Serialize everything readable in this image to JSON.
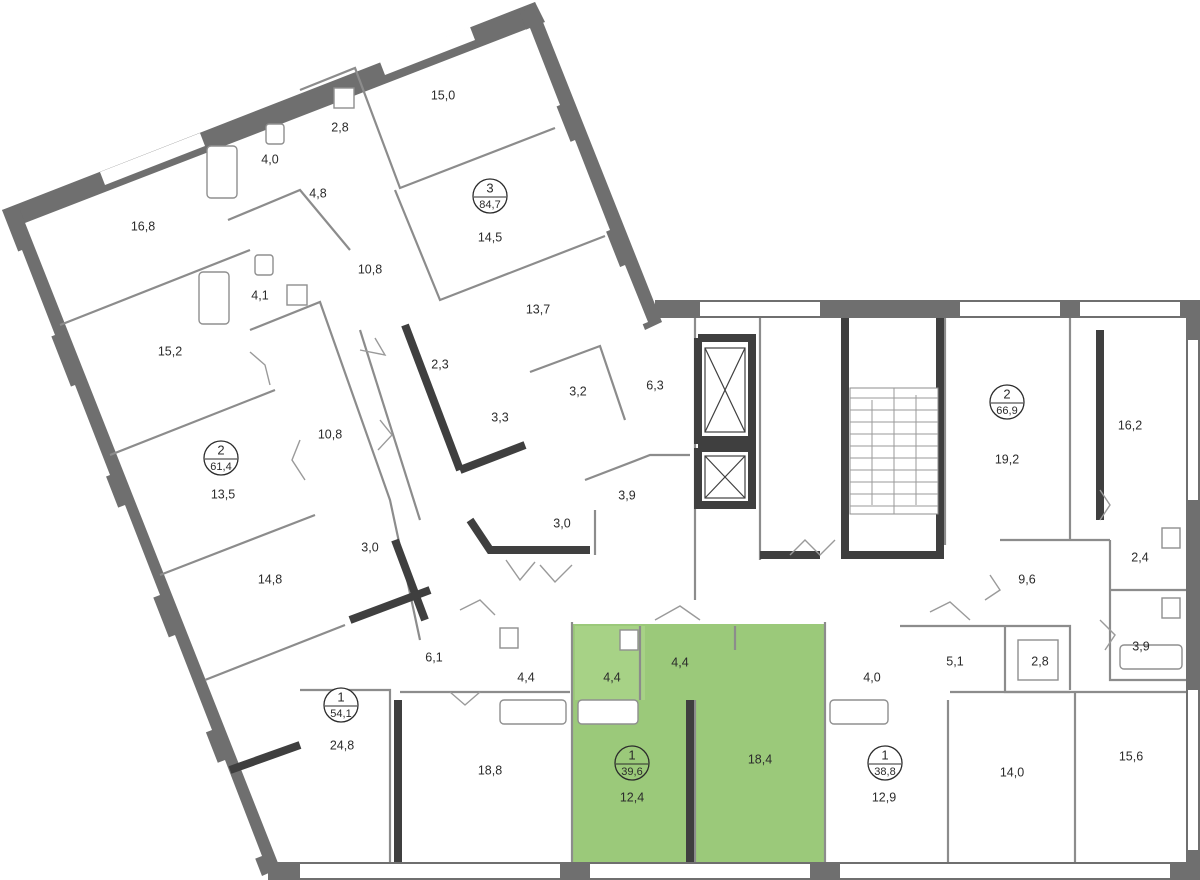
{
  "plan": {
    "apartments": [
      {
        "rooms": "3",
        "area": "84,7"
      },
      {
        "rooms": "2",
        "area": "61,4"
      },
      {
        "rooms": "1",
        "area": "54,1"
      },
      {
        "rooms": "1",
        "area": "39,6",
        "highlighted": true
      },
      {
        "rooms": "1",
        "area": "38,8"
      },
      {
        "rooms": "2",
        "area": "66,9"
      }
    ],
    "rooms": [
      "15,0",
      "2,8",
      "4,0",
      "4,8",
      "16,8",
      "14,5",
      "10,8",
      "13,7",
      "4,1",
      "15,2",
      "2,3",
      "3,3",
      "3,2",
      "6,3",
      "10,8",
      "13,5",
      "3,9",
      "3,0",
      "3,0",
      "14,8",
      "6,1",
      "24,8",
      "18,8",
      "4,4",
      "4,4",
      "4,4",
      "12,4",
      "18,4",
      "4,0",
      "12,9",
      "5,1",
      "2,8",
      "14,0",
      "15,6",
      "9,6",
      "2,4",
      "3,9",
      "19,2",
      "16,2"
    ],
    "colors": {
      "wall": "#6f6f6f",
      "highlight": "#9bc97a",
      "text": "#2b2b2b"
    }
  }
}
